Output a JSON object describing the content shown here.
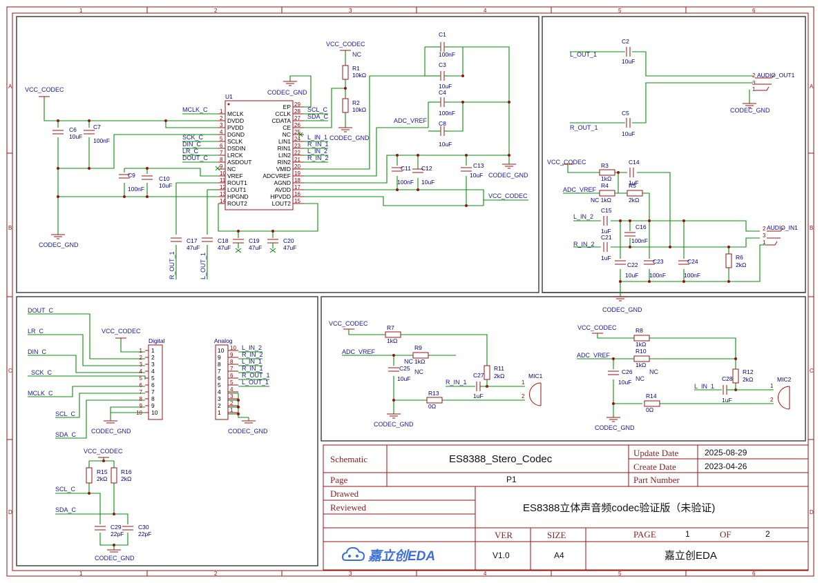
{
  "ruler": {
    "columns": [
      "1",
      "2",
      "3",
      "4",
      "5",
      "6"
    ],
    "rows": [
      "A",
      "B",
      "C",
      "D"
    ]
  },
  "u1": {
    "ref": "U1",
    "left_pins": [
      {
        "num": "1",
        "name": "MCLK"
      },
      {
        "num": "2",
        "name": "DVDD"
      },
      {
        "num": "3",
        "name": "PVDD"
      },
      {
        "num": "4",
        "name": "DGND"
      },
      {
        "num": "5",
        "name": "SCLK"
      },
      {
        "num": "6",
        "name": "DSDIN"
      },
      {
        "num": "7",
        "name": "LRCK"
      },
      {
        "num": "8",
        "name": "ASDOUT"
      },
      {
        "num": "9",
        "name": "NC"
      },
      {
        "num": "10",
        "name": "VREF"
      },
      {
        "num": "11",
        "name": "ROUT1"
      },
      {
        "num": "12",
        "name": "LOUT1"
      },
      {
        "num": "13",
        "name": "HPGND"
      },
      {
        "num": "14",
        "name": "ROUT2"
      }
    ],
    "right_pins": [
      {
        "num": "29",
        "name": "EP"
      },
      {
        "num": "28",
        "name": "CCLK"
      },
      {
        "num": "27",
        "name": "CDATA"
      },
      {
        "num": "26",
        "name": "CE"
      },
      {
        "num": "25",
        "name": "NC"
      },
      {
        "num": "24",
        "name": "LIN1"
      },
      {
        "num": "23",
        "name": "RIN1"
      },
      {
        "num": "22",
        "name": "LIN2"
      },
      {
        "num": "21",
        "name": "RIN2"
      },
      {
        "num": "20",
        "name": "VMID"
      },
      {
        "num": "19",
        "name": "ADCVREF"
      },
      {
        "num": "18",
        "name": "AGND"
      },
      {
        "num": "17",
        "name": "AVDD"
      },
      {
        "num": "16",
        "name": "HPVDD"
      },
      {
        "num": "15",
        "name": "LOUT2"
      }
    ]
  },
  "labels": {
    "vcc_codec": "VCC_CODEC",
    "codec_gnd": "CODEC_GND",
    "mclk_c": "MCLK_C",
    "sck_c": "SCK_C",
    "din_c": "DIN_C",
    "lr_c": "LR_C",
    "dout_c": "DOUT_C",
    "scl_c": "SCL_C",
    "sda_c": "SDA_C",
    "l_in_1": "L_IN_1",
    "r_in_1": "R_IN_1",
    "l_in_2": "L_IN_2",
    "r_in_2": "R_IN_2",
    "r_out_1": "R_OUT_1",
    "l_out_1": "L_OUT_1",
    "adc_vref": "ADC_VREF",
    "l_out_1_low": "L_OUT_1",
    "r_out_1_low": "R_OUT_1",
    "l_in_2_low": "L_IN_2",
    "r_in_2_low": "R_IN_2",
    "nc": "NC"
  },
  "components": {
    "c1": {
      "ref": "C1",
      "value": "100nF"
    },
    "c3": {
      "ref": "C3",
      "value": "10uF"
    },
    "c4": {
      "ref": "C4",
      "value": "100nF"
    },
    "c8": {
      "ref": "C8",
      "value": "10uF"
    },
    "r1": {
      "ref": "R1",
      "value": "10kΩ"
    },
    "r2": {
      "ref": "R2",
      "value": "10kΩ"
    },
    "c6": {
      "ref": "C6",
      "value": "10uF"
    },
    "c7": {
      "ref": "C7",
      "value": "100nF"
    },
    "c9": {
      "ref": "C9",
      "value": "100nF"
    },
    "c10": {
      "ref": "C10",
      "value": "10uF"
    },
    "c11": {
      "ref": "C11",
      "value": "100nF"
    },
    "c12": {
      "ref": "C12",
      "value": "10uF"
    },
    "c13": {
      "ref": "C13",
      "value": "10uF"
    },
    "c17": {
      "ref": "C17",
      "value": "47uF"
    },
    "c18": {
      "ref": "C18",
      "value": "47uF"
    },
    "c19": {
      "ref": "C19",
      "value": "47uF"
    },
    "c20": {
      "ref": "C20",
      "value": "47uF"
    },
    "c2": {
      "ref": "C2",
      "value": "10uF"
    },
    "c5": {
      "ref": "C5",
      "value": "10uF"
    },
    "audio_out1": {
      "ref": "AUDIO_OUT1"
    },
    "r3": {
      "ref": "R3",
      "value": "1kΩ"
    },
    "r4": {
      "ref": "R4",
      "value": "NC 1kΩ"
    },
    "r5": {
      "ref": "R5",
      "value": "2kΩ"
    },
    "c14": {
      "ref": "C14",
      "value": "1uF"
    },
    "c15": {
      "ref": "C15",
      "value": "1uF"
    },
    "c16": {
      "ref": "C16",
      "value": "100nF"
    },
    "c21": {
      "ref": "C21",
      "value": "1uF"
    },
    "c22": {
      "ref": "C22",
      "value": "10uF"
    },
    "c23": {
      "ref": "C23",
      "value": "100nF"
    },
    "c24": {
      "ref": "C24",
      "value": "100nF"
    },
    "r6": {
      "ref": "R6",
      "value": "2kΩ"
    },
    "audio_in1": {
      "ref": "AUDIO_IN1"
    },
    "digital": {
      "ref": "Digital"
    },
    "analog": {
      "ref": "Analog"
    },
    "r15": {
      "ref": "R15",
      "value": "2kΩ"
    },
    "r16": {
      "ref": "R16",
      "value": "2kΩ"
    },
    "c29": {
      "ref": "C29",
      "value": "22pF"
    },
    "c30": {
      "ref": "C30",
      "value": "22pF"
    },
    "r7": {
      "ref": "R7",
      "value": "1kΩ"
    },
    "r9": {
      "ref": "R9",
      "value": "1kΩ"
    },
    "c25": {
      "ref": "C25",
      "value": "10uF"
    },
    "r11": {
      "ref": "R11",
      "value": "2kΩ"
    },
    "c27": {
      "ref": "C27",
      "value": "1uF"
    },
    "r13": {
      "ref": "R13",
      "value": "0Ω"
    },
    "mic1": {
      "ref": "MIC1"
    },
    "r8": {
      "ref": "R8",
      "value": "1kΩ"
    },
    "r10": {
      "ref": "R10",
      "value": "1kΩ"
    },
    "c26": {
      "ref": "C26",
      "value": "10uF"
    },
    "r12": {
      "ref": "R12",
      "value": "2kΩ"
    },
    "c28": {
      "ref": "C28",
      "value": "1uF"
    },
    "r14": {
      "ref": "R14",
      "value": "0Ω"
    },
    "mic2": {
      "ref": "MIC2"
    }
  },
  "title_block": {
    "schematic_label": "Schematic",
    "schematic_value": "ES8388_Stero_Codec",
    "page_label": "Page",
    "page_value": "P1",
    "update_date_label": "Update Date",
    "update_date_value": "2025-08-29",
    "create_date_label": "Create Date",
    "create_date_value": "2023-04-26",
    "part_number_label": "Part Number",
    "part_number_value": "",
    "drawed_label": "Drawed",
    "reviewed_label": "Reviewed",
    "description": "ES8388立体声音频codec验证版（未验证)",
    "ver_label": "VER",
    "ver_value": "V1.0",
    "size_label": "SIZE",
    "size_value": "A4",
    "page_count_label": "PAGE",
    "page_current": "1",
    "of_label": "OF",
    "page_total": "2",
    "logo_text": "嘉立创EDA",
    "company": "嘉立创EDA"
  },
  "colors": {
    "wire": "#0a8a0a",
    "component": "#9a1010",
    "net_label": "#1a1a9a",
    "frame": "#9a1010"
  }
}
